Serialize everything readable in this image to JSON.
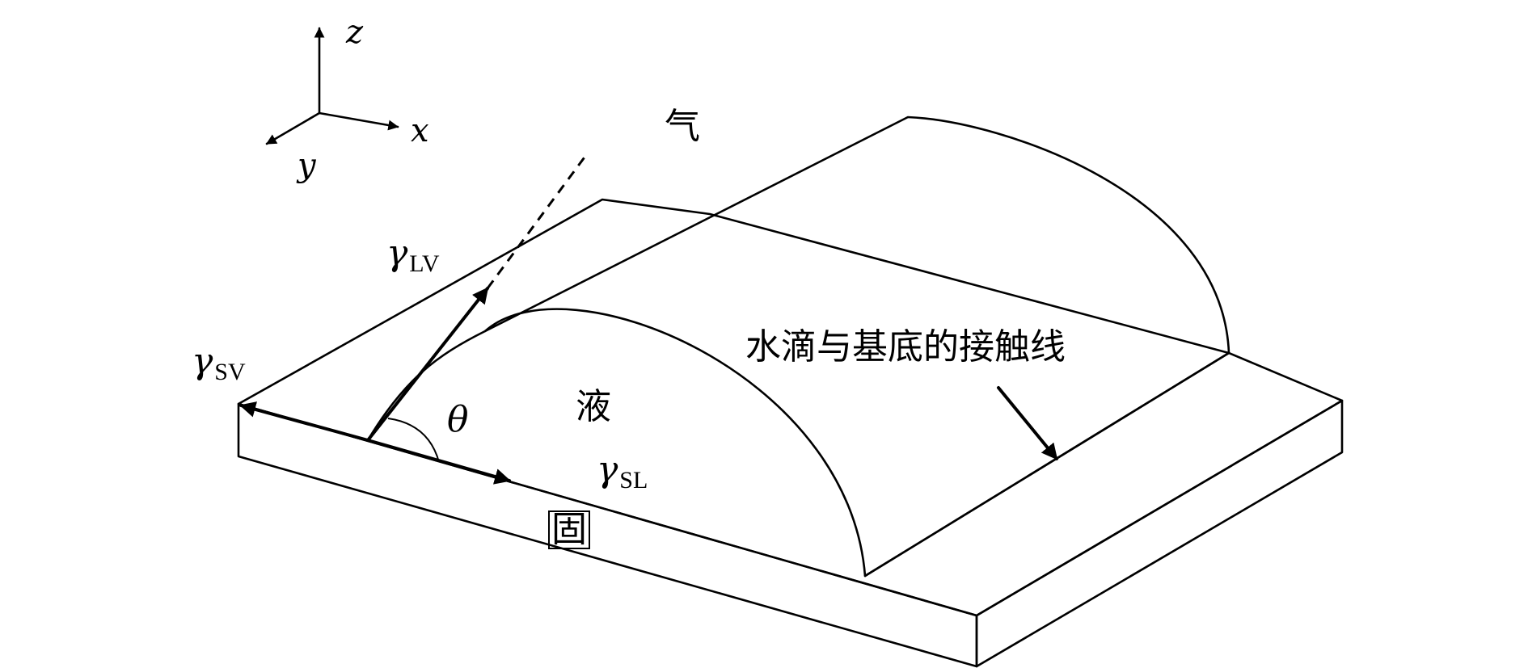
{
  "figure": {
    "axes": {
      "z": "z",
      "x": "x",
      "y": "y"
    },
    "phases": {
      "vapor": "气",
      "liquid": "液",
      "solid": "固"
    },
    "angle": "θ",
    "tensions": {
      "lv": {
        "symbol": "γ",
        "subscript": "LV"
      },
      "sv": {
        "symbol": "γ",
        "subscript": "SV"
      },
      "sl": {
        "symbol": "γ",
        "subscript": "SL"
      }
    },
    "contact_line_label": "水滴与基底的接触线"
  }
}
